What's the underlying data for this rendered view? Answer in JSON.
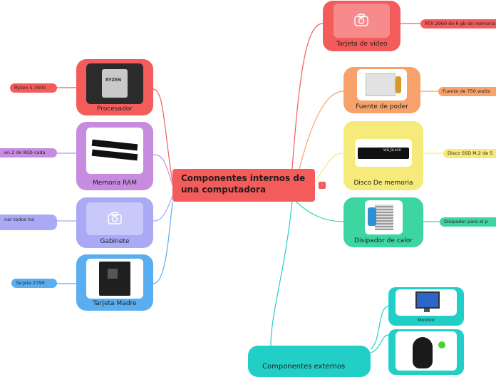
{
  "center": {
    "title_line1": "Componentes internos de",
    "title_line2": "una computadora",
    "collapse_label": "-"
  },
  "branches": {
    "procesador": {
      "label": "Procesador",
      "leaf": "Ryzen 5 3600",
      "color": "#f45b5b"
    },
    "ram": {
      "label": "Memoria RAM",
      "leaf": "en 2 de 8Gb cada",
      "color": "#c78be0"
    },
    "gabinete": {
      "label": "Gabinete",
      "leaf": "nar todos los",
      "color": "#a9a9f5"
    },
    "madre": {
      "label": "Tarjeta Madre",
      "leaf": "Tarjeta Z790",
      "color": "#5aaef0"
    },
    "video": {
      "label": "Tarjeta de video",
      "leaf": "RTX 2060 de 6 gb de memoria",
      "color": "#f45b5b"
    },
    "fuente": {
      "label": "Fuente de poder",
      "leaf": "Fuente de 750 watts",
      "color": "#f7a26b"
    },
    "disco": {
      "label": "Disco De memoria",
      "leaf": "Disco SSD M.2 de 5",
      "color": "#f5ea7a"
    },
    "disipador": {
      "label": "Disipador de calor",
      "leaf": "Disipador para el p",
      "color": "#3dd6a1"
    }
  },
  "externos": {
    "title": "Componentes externos",
    "monitor_label": "Monitor",
    "color": "#22cfc6"
  },
  "icons": {
    "camera": "camera-icon"
  }
}
